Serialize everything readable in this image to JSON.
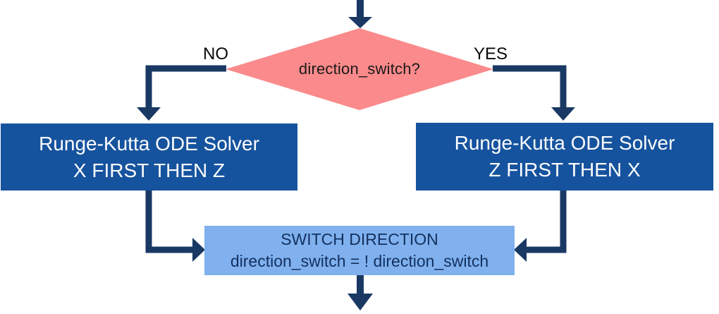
{
  "diagram": {
    "decision": {
      "label": "direction_switch?"
    },
    "branches": {
      "no": "NO",
      "yes": "YES"
    },
    "box_left": {
      "line1": "Runge-Kutta ODE Solver",
      "line2": "X FIRST THEN Z"
    },
    "box_right": {
      "line1": "Runge-Kutta ODE Solver",
      "line2": "Z FIRST THEN X"
    },
    "box_switch": {
      "line1": "SWITCH DIRECTION",
      "line2": "direction_switch = ! direction_switch"
    }
  },
  "colors": {
    "navy": "#1A3864",
    "blue": "#16539E",
    "lightblue": "#80B1EE",
    "pink": "#FA8A8B",
    "textdark": "#13305F"
  }
}
